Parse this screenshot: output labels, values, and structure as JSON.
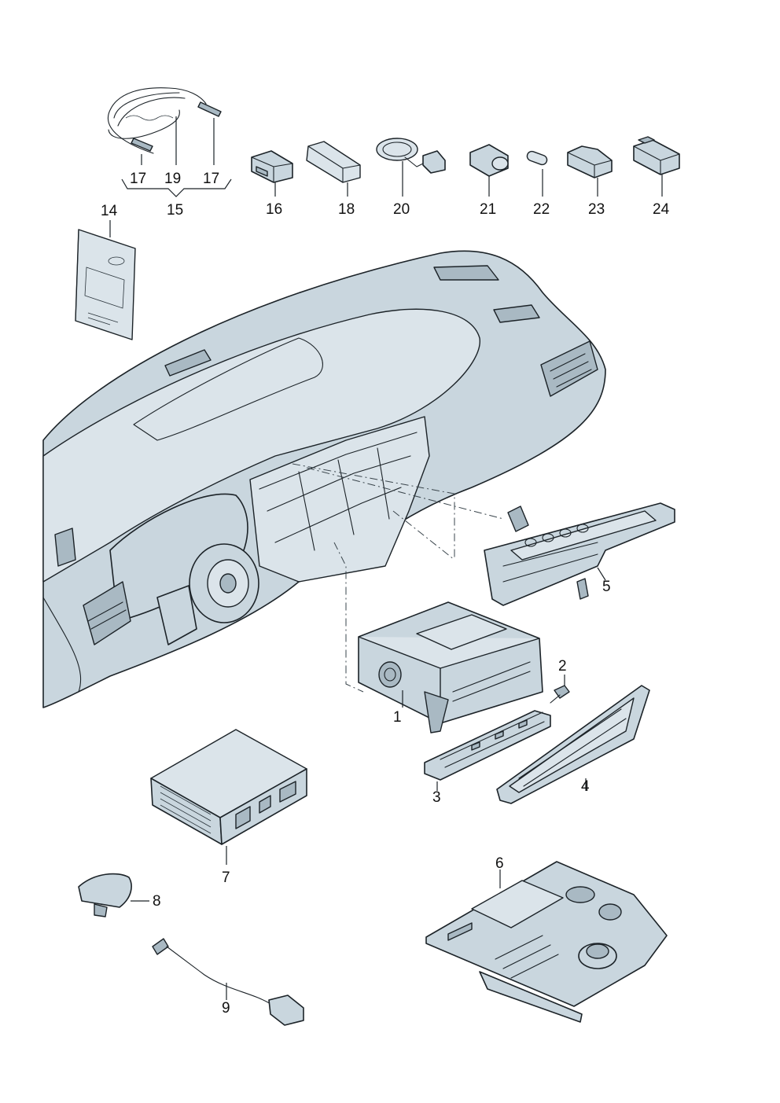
{
  "callouts": {
    "p1": "1",
    "p2": "2",
    "p3": "3",
    "p4": "4",
    "p5": "5",
    "p6": "6",
    "p7": "7",
    "p8": "8",
    "p9": "9",
    "p14": "14",
    "p15": "15",
    "p16": "16",
    "p17a": "17",
    "p17b": "17",
    "p18": "18",
    "p19": "19",
    "p20": "20",
    "p21": "21",
    "p22": "22",
    "p23": "23",
    "p24": "24"
  }
}
